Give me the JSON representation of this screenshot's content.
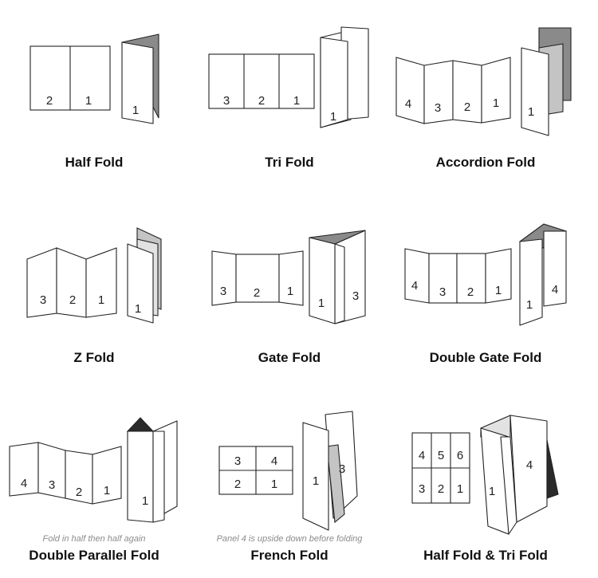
{
  "folds": [
    {
      "id": "half-fold",
      "caption": "Half Fold",
      "flat": [
        "2",
        "1"
      ],
      "folded": [
        "1"
      ]
    },
    {
      "id": "tri-fold",
      "caption": "Tri Fold",
      "flat": [
        "3",
        "2",
        "1"
      ],
      "folded": [
        "1"
      ]
    },
    {
      "id": "accordion-fold",
      "caption": "Accordion Fold",
      "flat": [
        "4",
        "3",
        "2",
        "1"
      ],
      "folded": [
        "1"
      ]
    },
    {
      "id": "z-fold",
      "caption": "Z Fold",
      "flat": [
        "3",
        "2",
        "1"
      ],
      "folded": [
        "1"
      ]
    },
    {
      "id": "gate-fold",
      "caption": "Gate Fold",
      "flat": [
        "3",
        "2",
        "1"
      ],
      "folded": [
        "1",
        "3"
      ]
    },
    {
      "id": "double-gate-fold",
      "caption": "Double Gate Fold",
      "flat": [
        "4",
        "3",
        "2",
        "1"
      ],
      "folded": [
        "1",
        "4"
      ]
    },
    {
      "id": "double-parallel-fold",
      "caption": "Double Parallel Fold",
      "note": "Fold in half then half again",
      "flat": [
        "4",
        "3",
        "2",
        "1"
      ],
      "folded": [
        "1"
      ]
    },
    {
      "id": "french-fold",
      "caption": "French Fold",
      "note": "Panel 4 is upside down before folding",
      "flat": [
        "3",
        "4",
        "2",
        "1"
      ],
      "folded": [
        "1",
        "3"
      ]
    },
    {
      "id": "half-tri-fold",
      "caption": "Half Fold & Tri Fold",
      "flat": [
        "4",
        "5",
        "6",
        "3",
        "2",
        "1"
      ],
      "folded": [
        "1",
        "4"
      ]
    }
  ],
  "colors": {
    "dark_panel": "#8a8a8a",
    "mid_panel": "#c4c4c4",
    "light_panel": "#e2e2e2",
    "black_panel": "#2a2a2a",
    "line": "#222222"
  }
}
